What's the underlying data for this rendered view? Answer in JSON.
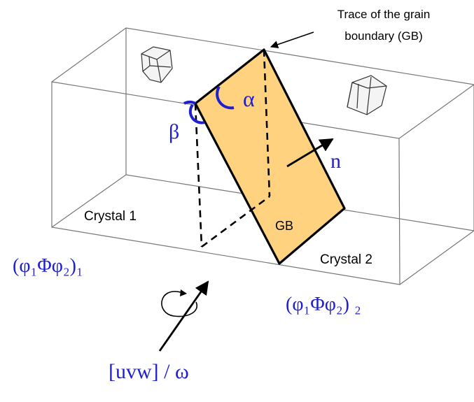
{
  "annotation": {
    "trace_line1": "Trace of the grain",
    "trace_line2": "boundary (GB)"
  },
  "labels": {
    "crystal1": "Crystal 1",
    "crystal2": "Crystal 2",
    "gb": "GB",
    "alpha": "α",
    "beta": "β",
    "normal": "n",
    "euler1": "(φ₁Φφ₂)₁",
    "euler2": "(φ₁Φφ₂) ₂",
    "axis_angle": "[uvw] / ω"
  },
  "colors": {
    "plane_fill": "#ffd27f",
    "accent": "#1f1fd0",
    "box_line": "#777777"
  }
}
